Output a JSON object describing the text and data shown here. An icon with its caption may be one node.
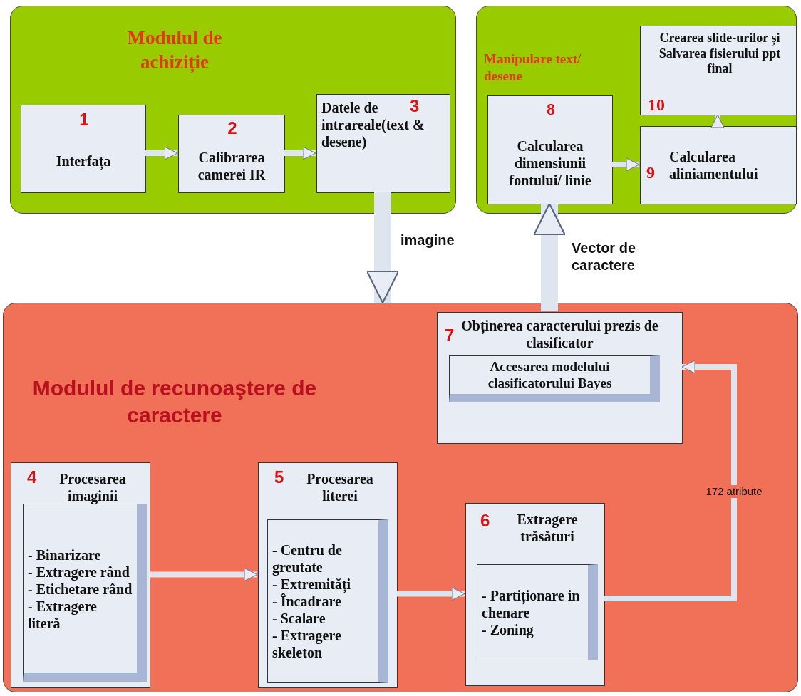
{
  "diagram": {
    "nodes": [
      {
        "text": [
          "Modulul de achiziție"
        ]
      },
      {
        "text": [
          "1",
          "Interfața"
        ],
        "in": 0
      },
      {
        "text": [
          "2",
          "Calibrarea camerei IR"
        ],
        "in": 0
      },
      {
        "text": [
          "Datele de intrareale(text & desene)",
          "3"
        ],
        "in": 0
      },
      {
        "text": [
          "Manipulare text/ desene"
        ]
      },
      {
        "text": [
          "8",
          "Calcularea dimensiunii fontului/ linie"
        ],
        "in": 4
      },
      {
        "text": [
          "9",
          "Calcularea aliniamentului"
        ],
        "in": 4
      },
      {
        "text": [
          "Crearea slide-urilor și Salvarea fisierului ppt final",
          "10"
        ],
        "in": 4
      },
      {
        "text": [
          "Modulul de recunoaştere de caractere"
        ]
      },
      {
        "text": [
          "7",
          "Obținerea caracterului prezis de clasificator"
        ],
        "in": 8
      },
      {
        "text": [
          "Accesarea modelului clasificatorului Bayes"
        ],
        "in": 9
      },
      {
        "text": [
          "4",
          "Procesarea imaginii"
        ],
        "in": 8
      },
      {
        "text": [
          "- Binarizare",
          "- Extragere rând",
          "- Etichetare rând",
          "- Extragere literă"
        ],
        "in": 11
      },
      {
        "text": [
          "5",
          "Procesarea literei"
        ],
        "in": 8
      },
      {
        "text": [
          "- Centru de greutate",
          "- Extremități",
          "- Încadrare",
          "- Scalare",
          "- Extragere skeleton"
        ],
        "in": 13
      },
      {
        "text": [
          "6",
          "Extragere trăsături"
        ],
        "in": 8
      },
      {
        "text": [
          "- Partiționare in chenare",
          "- Zoning"
        ],
        "in": 15
      }
    ],
    "edges": [
      {
        "from": 1,
        "to": 2,
        "arrow": "to"
      },
      {
        "from": 2,
        "to": 3,
        "arrow": "to"
      },
      {
        "from": 3,
        "to": 8,
        "arrow": "to",
        "label": "imagine",
        "style": "thick"
      },
      {
        "from": 9,
        "to": 5,
        "arrow": "to",
        "label": "Vector de caractere",
        "style": "thick"
      },
      {
        "from": 6,
        "to": 7,
        "arrow": "to"
      },
      {
        "from": 5,
        "to": 6,
        "arrow": "to"
      },
      {
        "from": 11,
        "to": 13,
        "arrow": "to"
      },
      {
        "from": 13,
        "to": 15,
        "arrow": "to"
      },
      {
        "from": 15,
        "to": 9,
        "arrow": "to",
        "label": "172 atribute"
      }
    ]
  }
}
